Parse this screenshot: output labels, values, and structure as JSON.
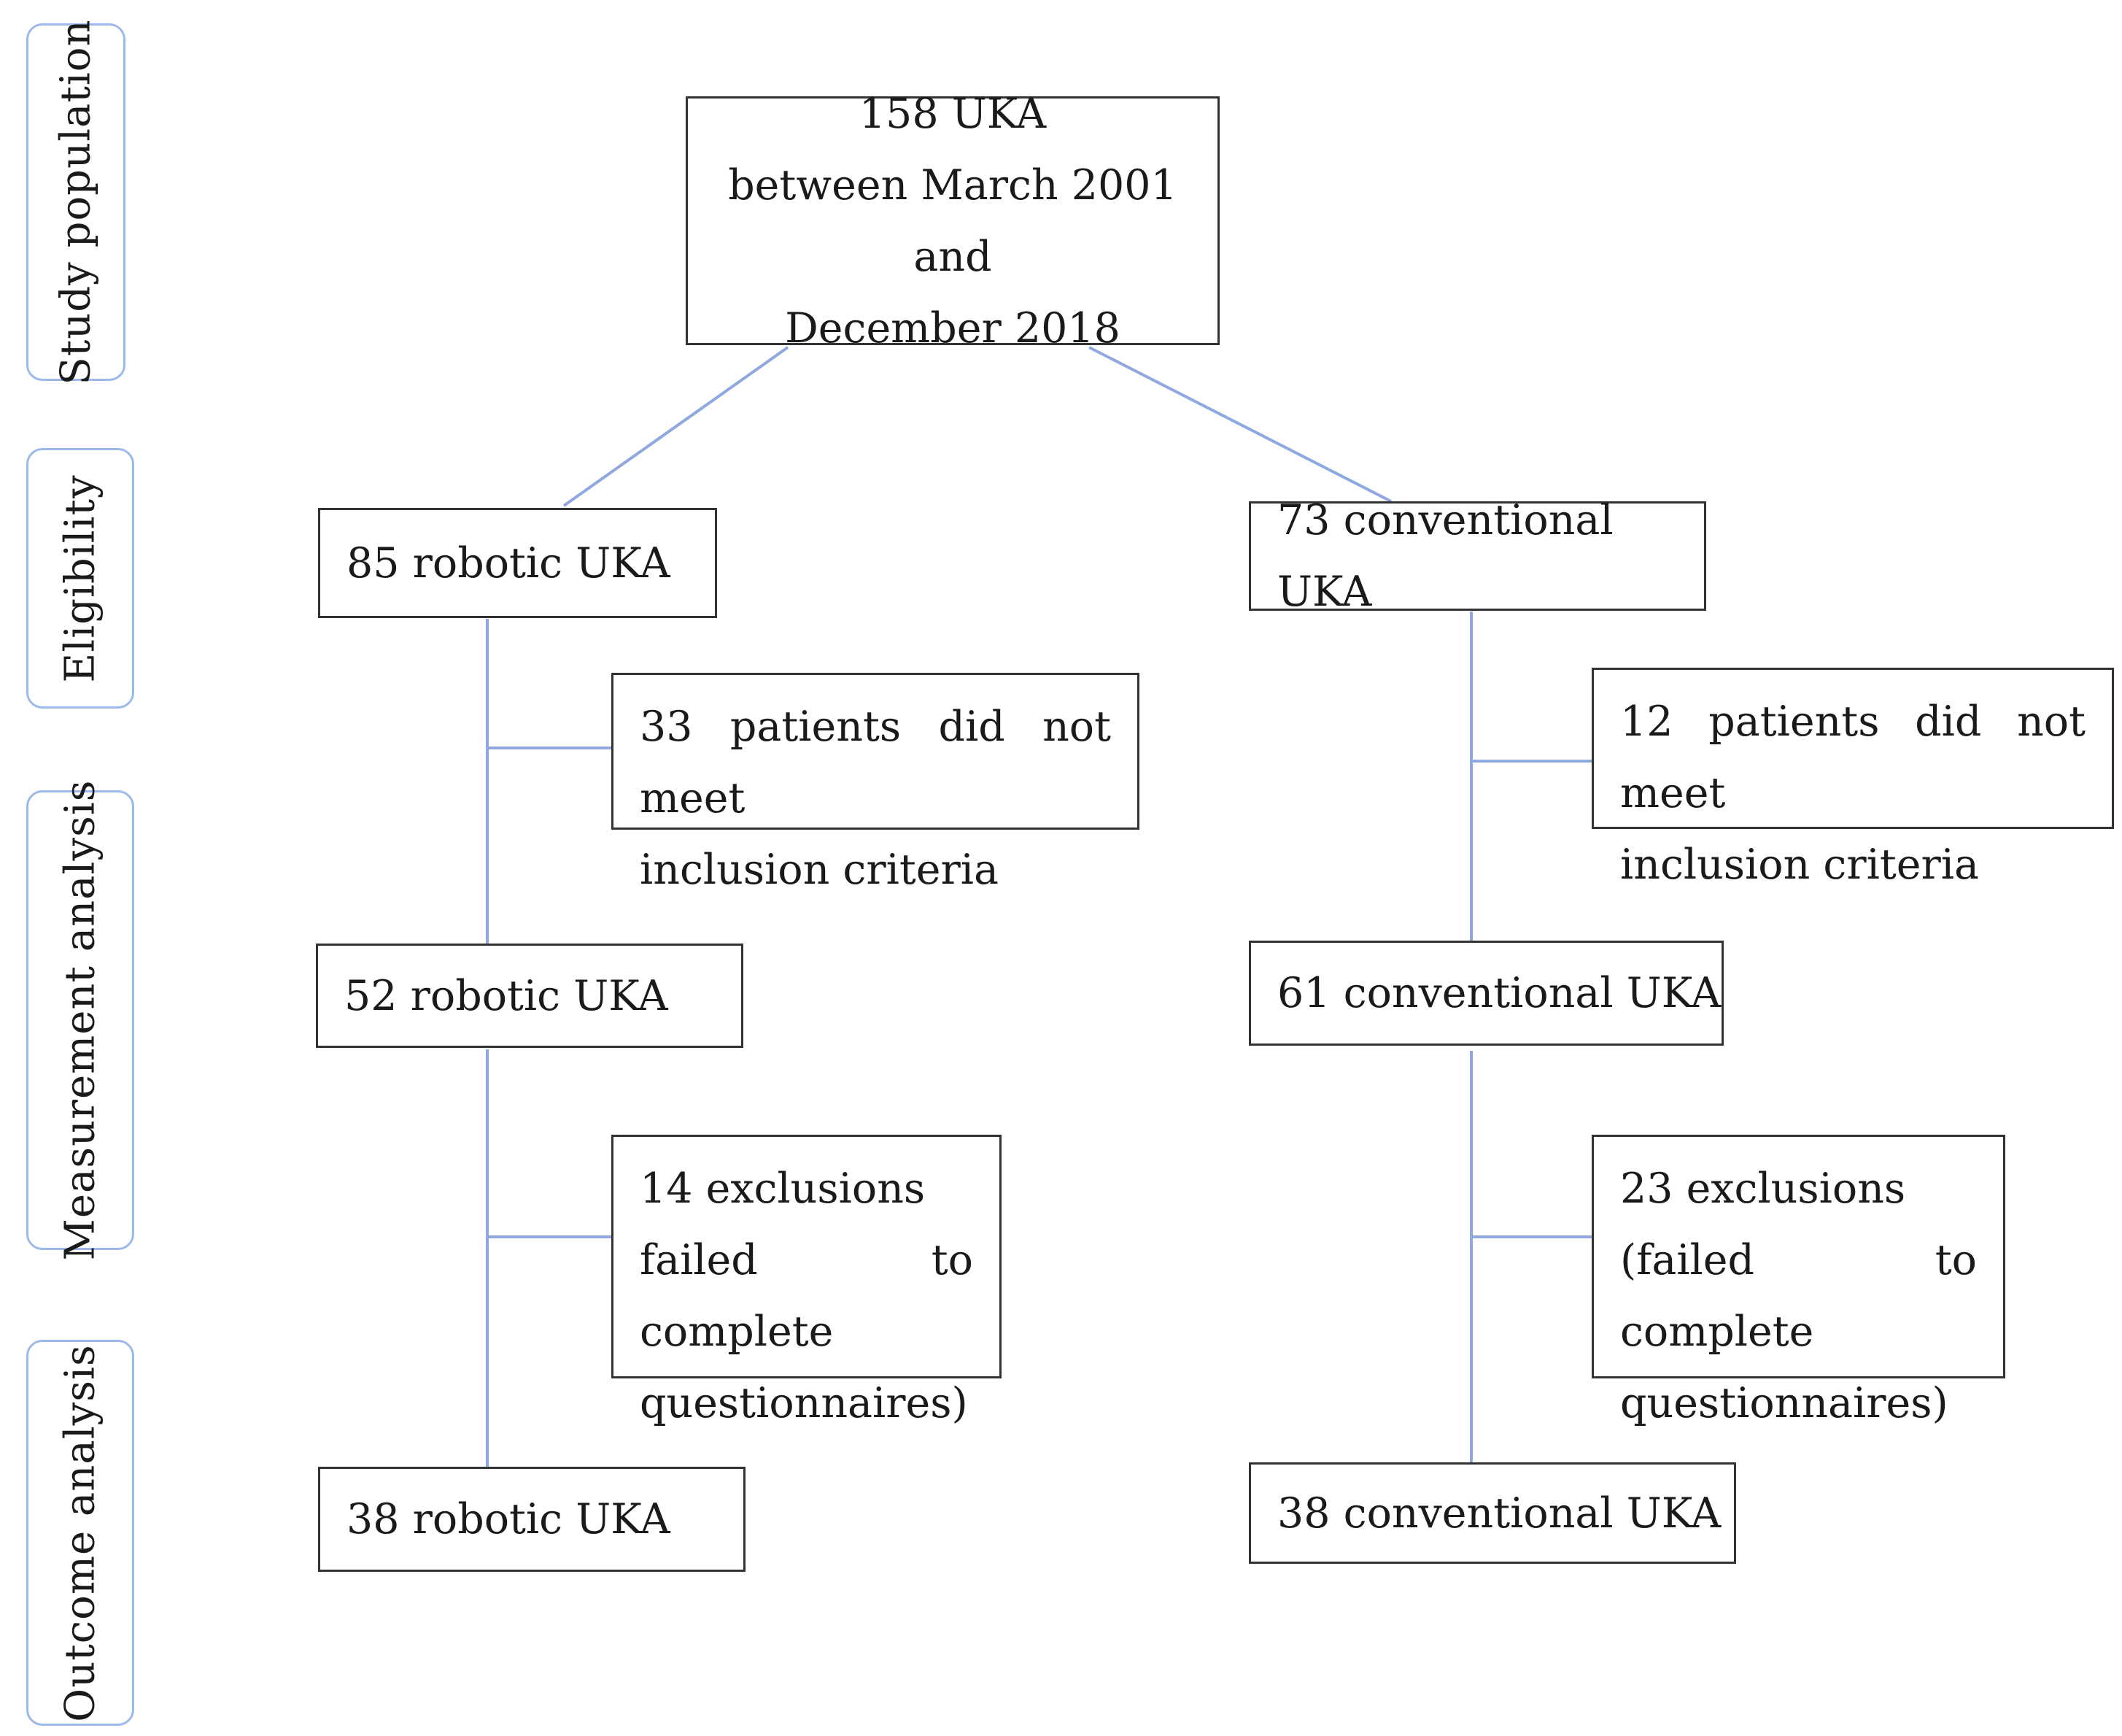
{
  "phases": [
    {
      "id": "study-population",
      "label": "Study population"
    },
    {
      "id": "eligibility",
      "label": "Eligibility"
    },
    {
      "id": "measurement-analysis",
      "label": "Measurement analysis"
    },
    {
      "id": "outcome-analysis",
      "label": "Outcome analysis"
    }
  ],
  "nodes": {
    "total": {
      "lines": [
        "158 UKA",
        "between March 2001 and",
        "December 2018"
      ]
    },
    "robotic_eligible": {
      "text": "85 robotic UKA"
    },
    "conventional_eligible": {
      "text": "73 conventional UKA"
    },
    "robotic_excluded_inclusion": {
      "lines": [
        "33 patients did not meet",
        "inclusion criteria"
      ]
    },
    "conventional_excluded_inclusion": {
      "lines": [
        "12 patients did not meet",
        "inclusion criteria"
      ]
    },
    "robotic_measurement": {
      "text": "52 robotic UKA"
    },
    "conventional_measurement": {
      "text": "61 conventional UKA"
    },
    "robotic_excluded_questionnaire": {
      "lines": [
        "14 exclusions",
        "failed to complete",
        "questionnaires)"
      ]
    },
    "conventional_excluded_questionnaire": {
      "lines": [
        "23 exclusions",
        "(failed to complete",
        "questionnaires)"
      ]
    },
    "robotic_outcome": {
      "text": "38 robotic UKA"
    },
    "conventional_outcome": {
      "text": "38 conventional UKA"
    }
  },
  "colors": {
    "connector": "#8fa9e0",
    "phase_border": "#9db8ea",
    "box_border": "#333333"
  }
}
